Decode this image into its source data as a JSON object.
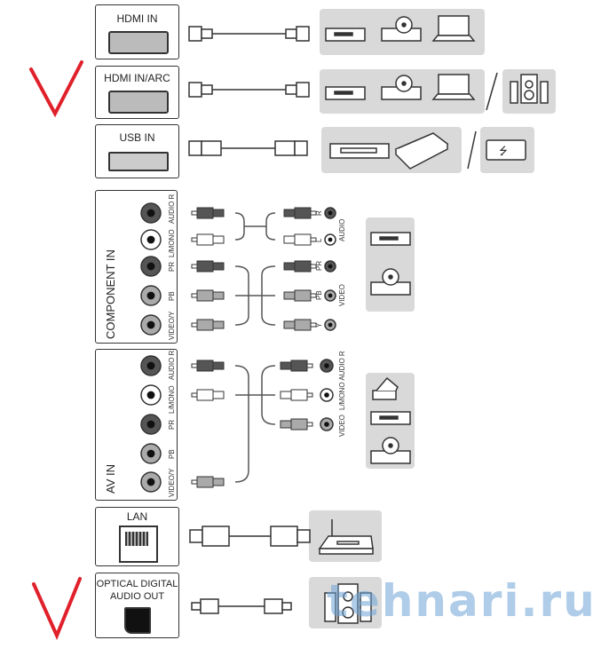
{
  "ports": {
    "hdmi_in": "HDMI IN",
    "hdmi_arc": "HDMI IN/ARC",
    "usb_in": "USB IN",
    "component_in": "COMPONENT IN",
    "av_in": "AV IN",
    "lan": "LAN",
    "optical_line1": "OPTICAL DIGITAL",
    "optical_line2": "AUDIO OUT"
  },
  "jack_labels": {
    "audio_r": "AUDIO R",
    "audio_l": "L/MONO",
    "pr": "PR",
    "pb": "PB",
    "video_y": "VIDEO/Y"
  },
  "device_labels": {
    "r": "R",
    "l": "L",
    "audio": "AUDIO",
    "pr": "PR",
    "pb": "PB",
    "y": "Y",
    "video": "VIDEO",
    "av_audio": "L/MONO AUDIO R",
    "av_video": "VIDEO"
  },
  "watermark": "tehnari.ru",
  "colors": {
    "panel": "#d9d9d9",
    "check": "#e0202a",
    "watermark": "#6fa3d6"
  }
}
